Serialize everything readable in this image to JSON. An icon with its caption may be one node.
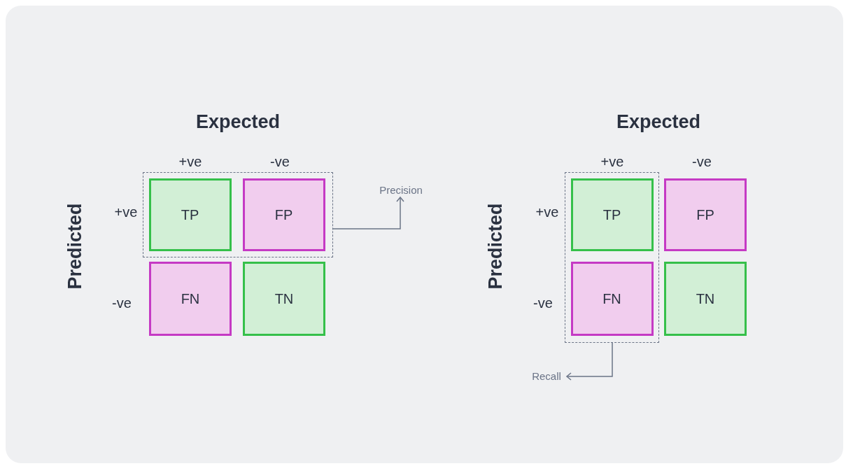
{
  "diagram": {
    "nodes": [
      {
        "text": [],
        "shape": "box"
      },
      {
        "text": [
          "TP"
        ],
        "in": 0
      },
      {
        "text": [
          "FP"
        ],
        "in": 0
      },
      {
        "text": [
          "FN"
        ]
      },
      {
        "text": [
          "TN"
        ]
      },
      {
        "text": [
          "Precision"
        ]
      },
      {
        "text": [],
        "shape": "box"
      },
      {
        "text": [
          "TP"
        ],
        "in": 6
      },
      {
        "text": [
          "FP"
        ]
      },
      {
        "text": [
          "FN"
        ],
        "in": 6
      },
      {
        "text": [
          "TN"
        ]
      },
      {
        "text": [
          "Recall"
        ]
      }
    ],
    "edges": [
      {
        "from": 0,
        "to": 5,
        "arrow": "to"
      },
      {
        "from": 6,
        "to": 11,
        "arrow": "to"
      }
    ],
    "labels": [
      "Expected",
      "+ve",
      "-ve",
      "Predicted",
      "+ve",
      "-ve",
      "Expected",
      "+ve",
      "-ve",
      "Predicted",
      "+ve",
      "-ve"
    ]
  }
}
